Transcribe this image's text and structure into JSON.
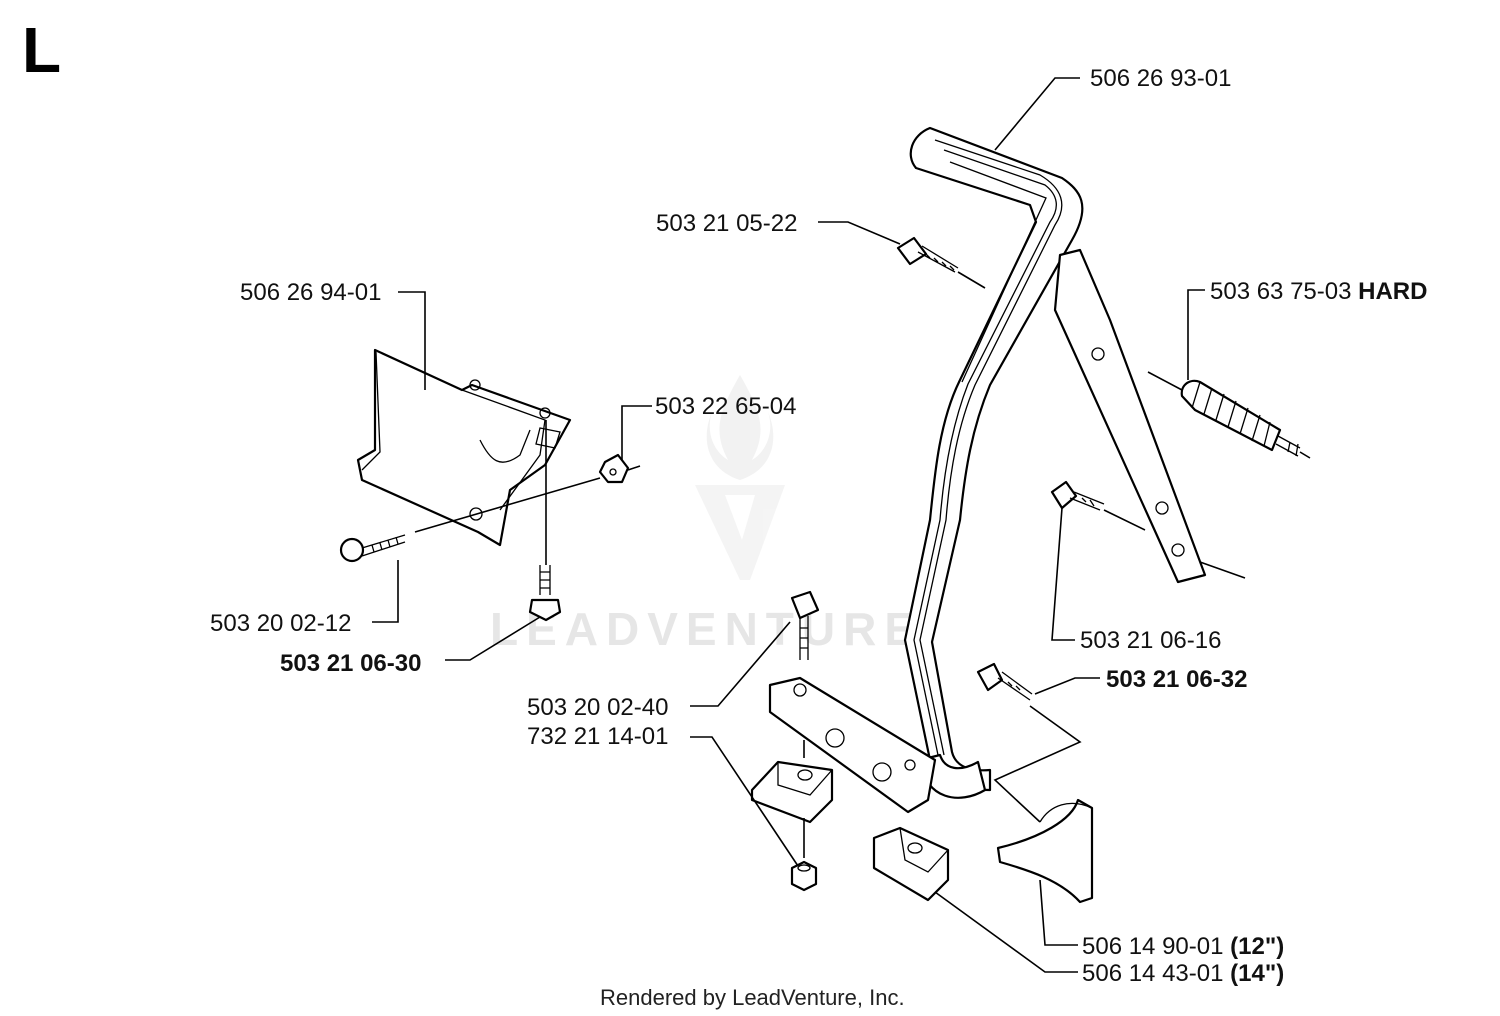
{
  "section_letter": "L",
  "watermark": "LEADVENTURE",
  "footer": "Rendered by LeadVenture, Inc.",
  "labels": {
    "p1": "506 26 93-01",
    "p2": "503 21 05-22",
    "p3": "506 26 94-01",
    "p4": "503 63 75-03",
    "p4_suffix": "HARD",
    "p5": "503 22 65-04",
    "p6": "503 20 02-12",
    "p7": "503 21 06-30",
    "p8": "503 21 06-16",
    "p9": "503 21 06-32",
    "p10": "503 20 02-40",
    "p11": "732 21 14-01",
    "p12": "506 14 90-01",
    "p12_suffix": "(12\")",
    "p13": "506 14 43-01",
    "p13_suffix": "(14\")"
  }
}
